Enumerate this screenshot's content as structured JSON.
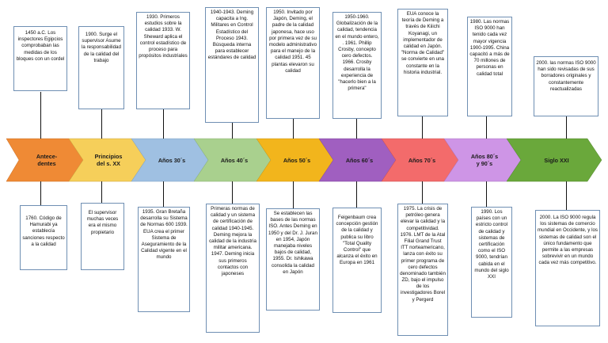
{
  "colors": {
    "antecedentes": "#ef8a35",
    "principios": "#f6cf5a",
    "anos30": "#9fc0e2",
    "anos40": "#a9d08e",
    "anos50": "#f2b51c",
    "anos60": "#a05fc0",
    "anos70": "#f36b6b",
    "anos80_90": "#ce95e6",
    "sigloxxi": "#6aa83b"
  },
  "timeline": [
    {
      "label": "Antece-\ndentes"
    },
    {
      "label": "Principios\ndel s. XX"
    },
    {
      "label": "Años 30´s"
    },
    {
      "label": "Años 40´s"
    },
    {
      "label": "Años 50´s"
    },
    {
      "label": "Años 60´s"
    },
    {
      "label": "Años 70´s"
    },
    {
      "label": "Años 80´s\ny 90´s"
    },
    {
      "label": "Siglo XXI"
    }
  ],
  "top_boxes": [
    {
      "text": "1450 a.C. Los inspectores Egipcios comprobaban las medidas de los bloques con un cordel"
    },
    {
      "text": "1900. Surge el supervisor Asume la responsabilidad de la calidad del trabajo"
    },
    {
      "text": "1930. Primeros estudios sobre la calidad 1933. W. Sheward aplica el control estadístico de proceso para propósitos industriales"
    },
    {
      "text": "1940-1943. Deming capacita a Ing. Militares en Control Estadístico del Proceso 1943. Búsqueda interna para establecer estándares de calidad"
    },
    {
      "text": "1950. Invitado por Japón, Deming, el padre de la calidad japonesa, hace uso por primera vez de su modelo administrativo para el manejo de la calidad 1951. 45 plantas elevaron su calidad"
    },
    {
      "text": "1950-1960. Globalización de la calidad, tendencia en el mundo entero, . 1961. Phillip Crosby, concepto cero defectos. 1966. Crosby desarrolla la experiencia de \"hacerlo bien a la primera\""
    },
    {
      "text": "EUA conoce la teoría de Deming a través de Kiiichi Koyanagi, un implementador de calidad en Japón. \"Norma de Calidad\" se convierte en una constante en la historia industrial."
    },
    {
      "text": "1980. Las normas ISO 9000 han tenido cada vez mayor vigencia 1900-1995. China capacitó a más de 70 millones de personas en calidad total"
    },
    {
      "text": "2000. las normas ISO 9000 han sido revisadas de sus borradores originales y constantemente reactualizadas"
    }
  ],
  "bottom_boxes": [
    {
      "text": "1760. Código de Hamurabi ya establecía sanciones respecto a la calidad"
    },
    {
      "text": "El supervisor muchas veces era el mismo propietario"
    },
    {
      "text": "1935. Gran Bretaña desarrolla su Sistema de Normas 600 1939. EUA crea el primer Sistema de Aseguramiento de la Calidad vigente en el mundo"
    },
    {
      "text": "Primeras normas de calidad y un sistema de certificación de calidad 1940-1945. Deming mejora la calidad de la industria militar americana. 1947. Deming inicia sus primeros contactos con japoneses"
    },
    {
      "text": "Se establecen las bases de las normas ISO. Antes Deming en 1950 y del Dr. J. Juran en 1954, Japón manejaba niveles bajos de calidad, 1955. Dr. Ishikawa consolida la calidad en Japón"
    },
    {
      "text": "Feigenbaum crea concepción gestión de la calidad y publica su libro \"Total Quality Control\" que alcanza el éxito en Europa en 1961"
    },
    {
      "text": "1975. La crisis de petróleo genera elevar la calidad y la competitividad. 1976. LMT de la Atal Filial Grand Trust ITT norteamericano, lanza con éxito su primer programa de cero defectos denominado también ZD, bajo el impulso de los investigadores Borel y Pergerd"
    },
    {
      "text": "1990. Los países con un estricto control de calidad y sistemas de certificación como el ISO 9000, tendrían cabida en el mundo del siglo XXI"
    },
    {
      "text": "2000. La ISO 9000 regula los sistemas de comercio mundial en Occidente, y los sistemas de calidad son el único fundamento que permite a las empresas sobrevivir en un mundo cada vez más competitivo."
    }
  ]
}
